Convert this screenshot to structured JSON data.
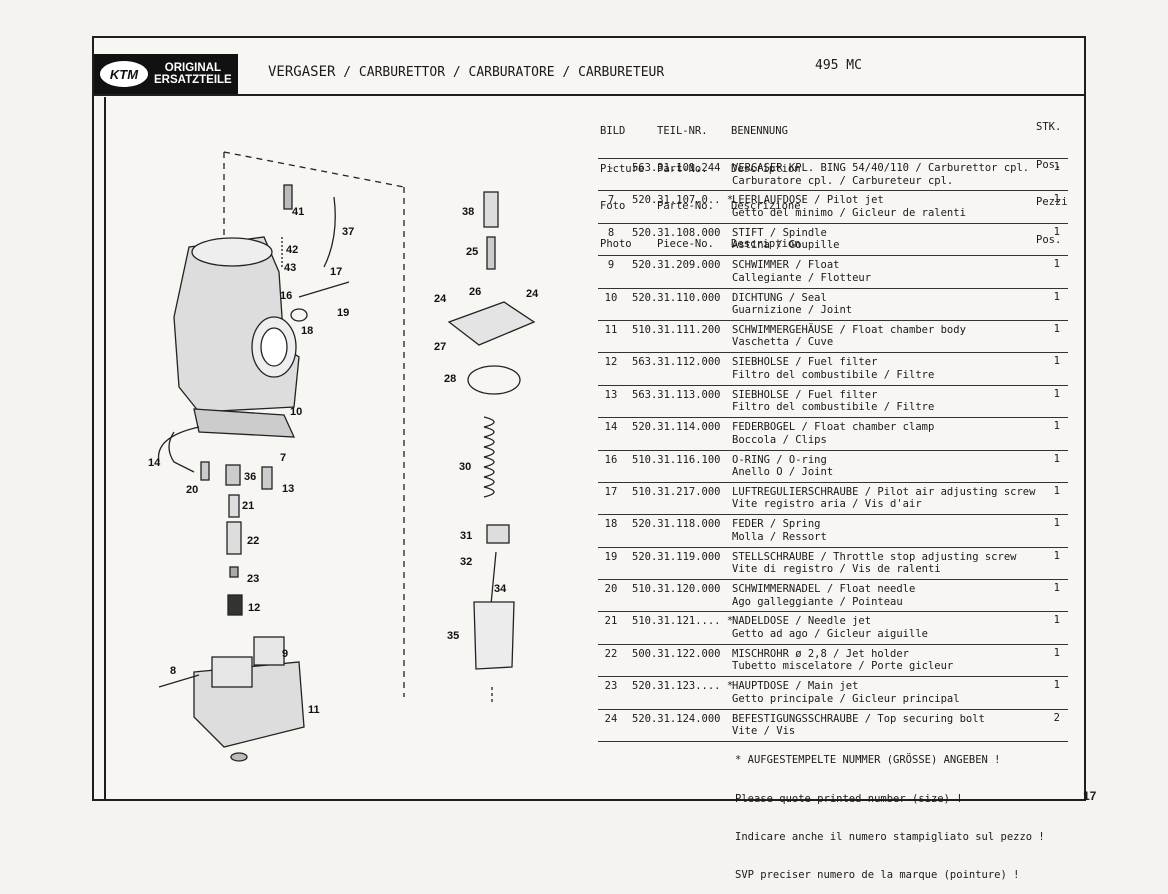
{
  "logo": {
    "brand": "KTM",
    "line1": "ORIGINAL",
    "line2": "ERSATZTEILE"
  },
  "title": {
    "de": "VERGASER",
    "en": "CARBURETTOR",
    "it": "CARBURATORE",
    "fr": "CARBURETEUR",
    "sep": " / "
  },
  "model": "495 MC",
  "headers": {
    "picture": [
      "BILD",
      "Picture",
      "Foto",
      "Photo"
    ],
    "part": [
      "TEIL-NR.",
      "Part-No.",
      "Parte-No.",
      "Piece-No."
    ],
    "desc": [
      "BENENNUNG",
      "Description",
      "Descrizione",
      "Description"
    ],
    "qty": [
      "STK.",
      "Pos.",
      "Pezzi",
      "Pos."
    ]
  },
  "parts": [
    {
      "pic": "-",
      "part": "563.31.101.244",
      "star": "",
      "l1": "VERGASER KPL. BING 54/40/110 / Carburettor cpl.",
      "l2": "Carburatore cpl. / Carbureteur cpl.",
      "qty": "1"
    },
    {
      "pic": "7",
      "part": "520.31.107.0..",
      "star": "*",
      "l1": "LEERLAUFDOSE / Pilot jet",
      "l2": "Getto del minimo / Gicleur de ralenti",
      "qty": "1"
    },
    {
      "pic": "8",
      "part": "520.31.108.000",
      "star": "",
      "l1": "STIFT / Spindle",
      "l2": "Astina / Goupille",
      "qty": "1"
    },
    {
      "pic": "9",
      "part": "520.31.209.000",
      "star": "",
      "l1": "SCHWIMMER / Float",
      "l2": "Callegiante / Flotteur",
      "qty": "1"
    },
    {
      "pic": "10",
      "part": "520.31.110.000",
      "star": "",
      "l1": "DICHTUNG / Seal",
      "l2": "Guarnizione / Joint",
      "qty": "1"
    },
    {
      "pic": "11",
      "part": "510.31.111.200",
      "star": "",
      "l1": "SCHWIMMERGEHÄUSE / Float chamber body",
      "l2": "Vaschetta / Cuve",
      "qty": "1"
    },
    {
      "pic": "12",
      "part": "563.31.112.000",
      "star": "",
      "l1": "SIEBHOLSE / Fuel filter",
      "l2": "Filtro del combustibile / Filtre",
      "qty": "1"
    },
    {
      "pic": "13",
      "part": "563.31.113.000",
      "star": "",
      "l1": "SIEBHOLSE / Fuel filter",
      "l2": "Filtro del combustibile / Filtre",
      "qty": "1"
    },
    {
      "pic": "14",
      "part": "520.31.114.000",
      "star": "",
      "l1": "FEDERBOGEL / Float chamber clamp",
      "l2": "Boccola / Clips",
      "qty": "1"
    },
    {
      "pic": "16",
      "part": "510.31.116.100",
      "star": "",
      "l1": "O-RING / O-ring",
      "l2": "Anello O / Joint",
      "qty": "1"
    },
    {
      "pic": "17",
      "part": "510.31.217.000",
      "star": "",
      "l1": "LUFTREGULIERSCHRAUBE / Pilot air adjusting screw",
      "l2": "Vite registro aria / Vis d'air",
      "qty": "1"
    },
    {
      "pic": "18",
      "part": "520.31.118.000",
      "star": "",
      "l1": "FEDER / Spring",
      "l2": "Molla / Ressort",
      "qty": "1"
    },
    {
      "pic": "19",
      "part": "520.31.119.000",
      "star": "",
      "l1": "STELLSCHRAUBE / Throttle stop adjusting screw",
      "l2": "Vite di registro / Vis de ralenti",
      "qty": "1"
    },
    {
      "pic": "20",
      "part": "510.31.120.000",
      "star": "",
      "l1": "SCHWIMMERNADEL / Float needle",
      "l2": "Ago galleggiante / Pointeau",
      "qty": "1"
    },
    {
      "pic": "21",
      "part": "510.31.121....",
      "star": "*",
      "l1": "NADELDOSE / Needle jet",
      "l2": "Getto ad ago / Gicleur aiguille",
      "qty": "1"
    },
    {
      "pic": "22",
      "part": "500.31.122.000",
      "star": "",
      "l1": "MISCHROHR ø 2,8 / Jet holder",
      "l2": "Tubetto miscelatore / Porte gicleur",
      "qty": "1"
    },
    {
      "pic": "23",
      "part": "520.31.123....",
      "star": "*",
      "l1": "HAUPTDOSE / Main jet",
      "l2": "Getto principale / Gicleur principal",
      "qty": "1"
    },
    {
      "pic": "24",
      "part": "520.31.124.000",
      "star": "",
      "l1": "BEFESTIGUNGSSCHRAUBE / Top securing bolt",
      "l2": "Vite / Vis",
      "qty": "2"
    }
  ],
  "footnote": {
    "l1": "* AUFGESTEMPELTE NUMMER (GRÖSSE) ANGEBEN !",
    "l2": "Please quote printed number (size) !",
    "l3": "Indicare anche il numero stampigliato sul pezzo !",
    "l4": "SVP preciser numero de la marque (pointure) !"
  },
  "page_number": "17",
  "callouts": [
    "41",
    "37",
    "38",
    "42",
    "43",
    "17",
    "25",
    "16",
    "26",
    "24",
    "24",
    "19",
    "18",
    "27",
    "28",
    "10",
    "30",
    "14",
    "7",
    "36",
    "20",
    "21",
    "13",
    "31",
    "32",
    "22",
    "34",
    "23",
    "12",
    "35",
    "9",
    "8",
    "11"
  ]
}
